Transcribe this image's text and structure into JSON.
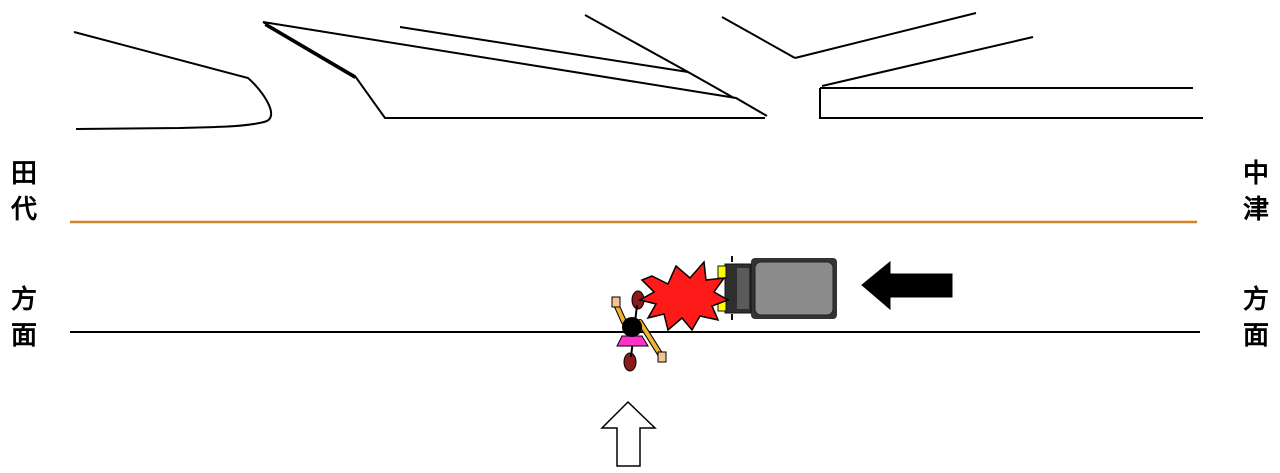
{
  "labels": {
    "left_direction": [
      "田",
      "代",
      "方",
      "面"
    ],
    "right_direction": [
      "中",
      "津",
      "方",
      "面"
    ]
  },
  "colors": {
    "center_line": "#d4822a",
    "road_edge": "#000000",
    "vehicle_body": "#8c8c8c",
    "vehicle_outline": "#333333",
    "impact_red": "#ff1a1a",
    "pedestrian_skirt": "#ff33cc",
    "pedestrian_shirt": "#f2b233",
    "bicycle_wheel": "#8b1a1a"
  },
  "icons": {
    "vehicle_direction": "arrow-left-filled",
    "pedestrian_direction": "arrow-up-outline",
    "impact": "collision-burst-icon"
  }
}
